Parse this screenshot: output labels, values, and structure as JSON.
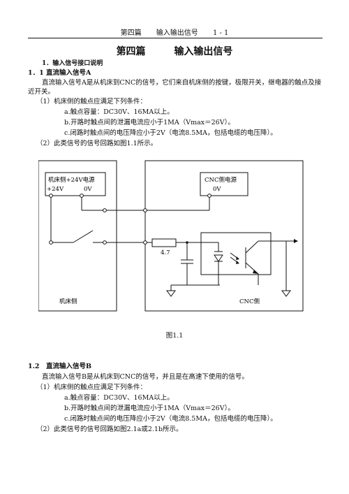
{
  "header": {
    "chapter": "第四篇",
    "section": "输入输出信号",
    "page": "1 - 1"
  },
  "title": {
    "chapter": "第四篇",
    "name": "输入输出信号"
  },
  "s1": {
    "heading": "1．输入信号接口说明",
    "sub_a": "1．1 直流输入信号A",
    "intro_a": "直流输入信号A是从机床到CNC的信号，它们来自机床侧的按键，极限开关，继电器的触点及接近开关。",
    "cond_a": "（1）机床侧的触点应满足下列条件：",
    "a_a": "a.触点容量：DC30V、16MA以上。",
    "a_b": "b.开路时触点间的泄漏电流应小于1MA（Vmax＝26V）。",
    "a_c": "c.闭路时触点间的电压降应小于2V（电流8.5MA，包括电缆的电压降）。",
    "loop_a": "（2）此类信号的信号回路如图1.1所示。"
  },
  "figure": {
    "machine_supply": "机床侧+24V电源",
    "plus24": "+24V",
    "zero_v": "0V",
    "cnc_supply": "CNC侧电源",
    "cnc_zero_v": "0V",
    "resistor": "4.7",
    "machine_side": "机床侧",
    "cnc_side": "CNC侧",
    "caption": "图1.1"
  },
  "s2": {
    "sub_b": "1.2　直流输入信号B",
    "intro_b": "直流输入信号B是从机床到CNC的信号，并且是在高速下使用的信号。",
    "cond_b": "（1）机床侧的触点应满足下列条件：",
    "b_a": "a.触点容量：DC30V、16MA以上。",
    "b_b": "b.开路时触点间的泄漏电流应小于1MA（Vmax＝26V）。",
    "b_c": "c.闭路时触点间的电压降应小于2V（电流8.5MA，包括电缆的电压降）。",
    "loop_b": "（2）此类信号的信号回路如图2.1a或2.1b所示。"
  }
}
